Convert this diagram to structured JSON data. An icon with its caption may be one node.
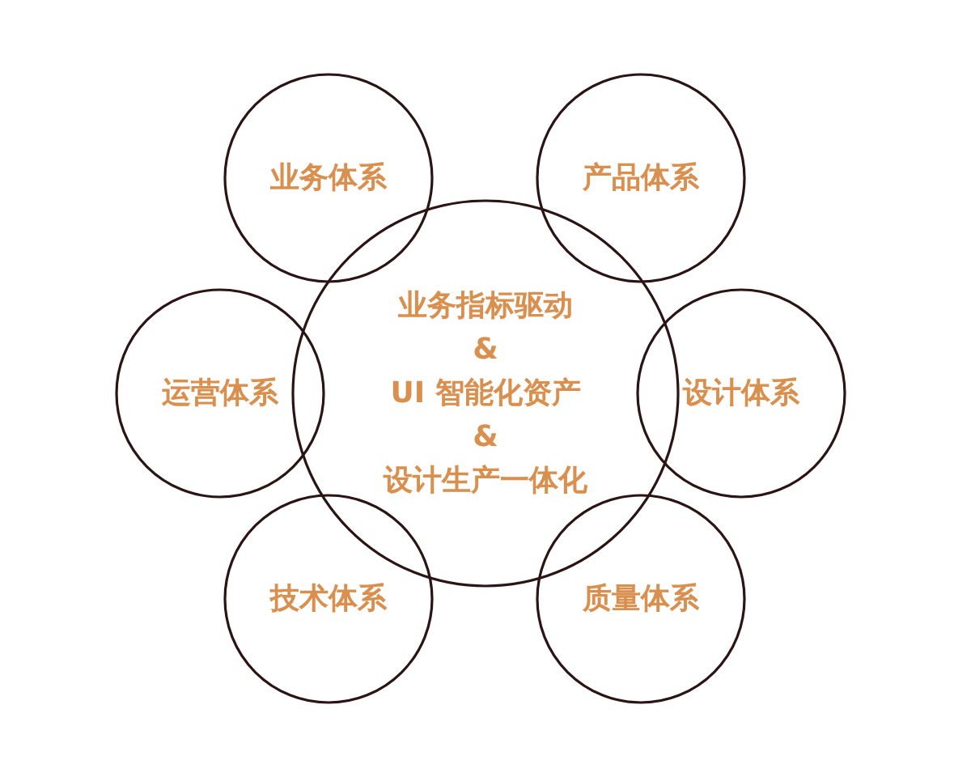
{
  "diagram": {
    "nodes": [
      {
        "text": [
          "业务体系"
        ]
      },
      {
        "text": [
          "产品体系"
        ]
      },
      {
        "text": [
          "业务指标驱动",
          "&",
          "UI 智能化资产",
          "&",
          "设计生产一体化"
        ]
      },
      {
        "text": [
          "运营体系"
        ]
      },
      {
        "text": [
          "设计体系"
        ]
      },
      {
        "text": [
          "技术体系"
        ]
      },
      {
        "text": [
          "质量体系"
        ]
      }
    ],
    "edges": []
  }
}
